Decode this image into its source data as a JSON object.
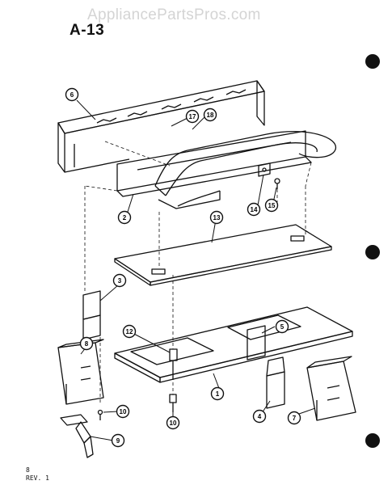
{
  "watermark": "AppliancePartsPros.com",
  "figure_title": "A-13",
  "footer": {
    "page": "8",
    "revision": "REV. 1"
  },
  "callouts": [
    "6",
    "17",
    "18",
    "2",
    "14",
    "15",
    "13",
    "3",
    "12",
    "5",
    "8",
    "1",
    "10",
    "4",
    "7",
    "10",
    "9"
  ],
  "colors": {
    "ink": "#111111",
    "watermark": "#d4d4d4"
  }
}
